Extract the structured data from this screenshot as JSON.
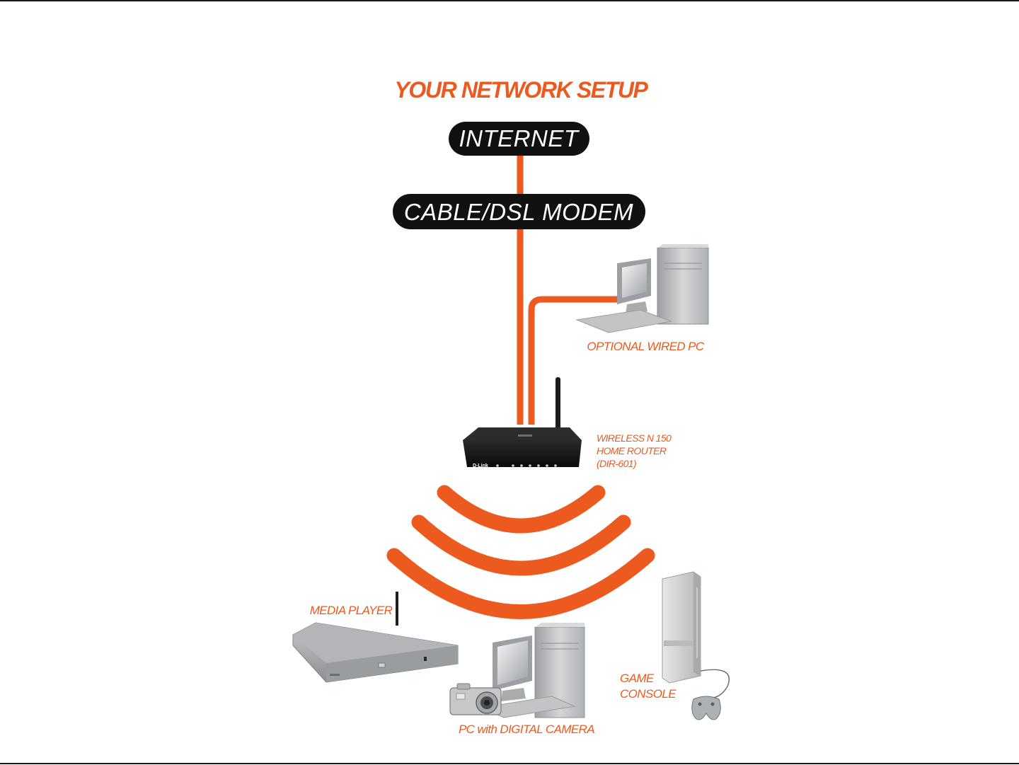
{
  "title": "YOUR NETWORK SETUP",
  "nodes": {
    "internet": "INTERNET",
    "modem": "CABLE/DSL MODEM",
    "wired_pc": "OPTIONAL WIRED PC",
    "router_line1": "WIRELESS N 150",
    "router_line2": "HOME ROUTER",
    "router_line3": "(DIR-601)",
    "router_brand": "D-Link",
    "media_player": "MEDIA PLAYER",
    "pc_camera": "PC with DIGITAL CAMERA",
    "game_line1": "GAME",
    "game_line2": "CONSOLE"
  },
  "colors": {
    "accent": "#ec5a1f",
    "pill": "#111111",
    "device_gray": "#b9bbbd",
    "background": "#ffffff"
  },
  "icons": [
    "desktop-pc-icon",
    "router-icon",
    "wireless-signal-icon",
    "media-player-icon",
    "digital-camera-icon",
    "game-console-icon",
    "gamepad-icon"
  ]
}
